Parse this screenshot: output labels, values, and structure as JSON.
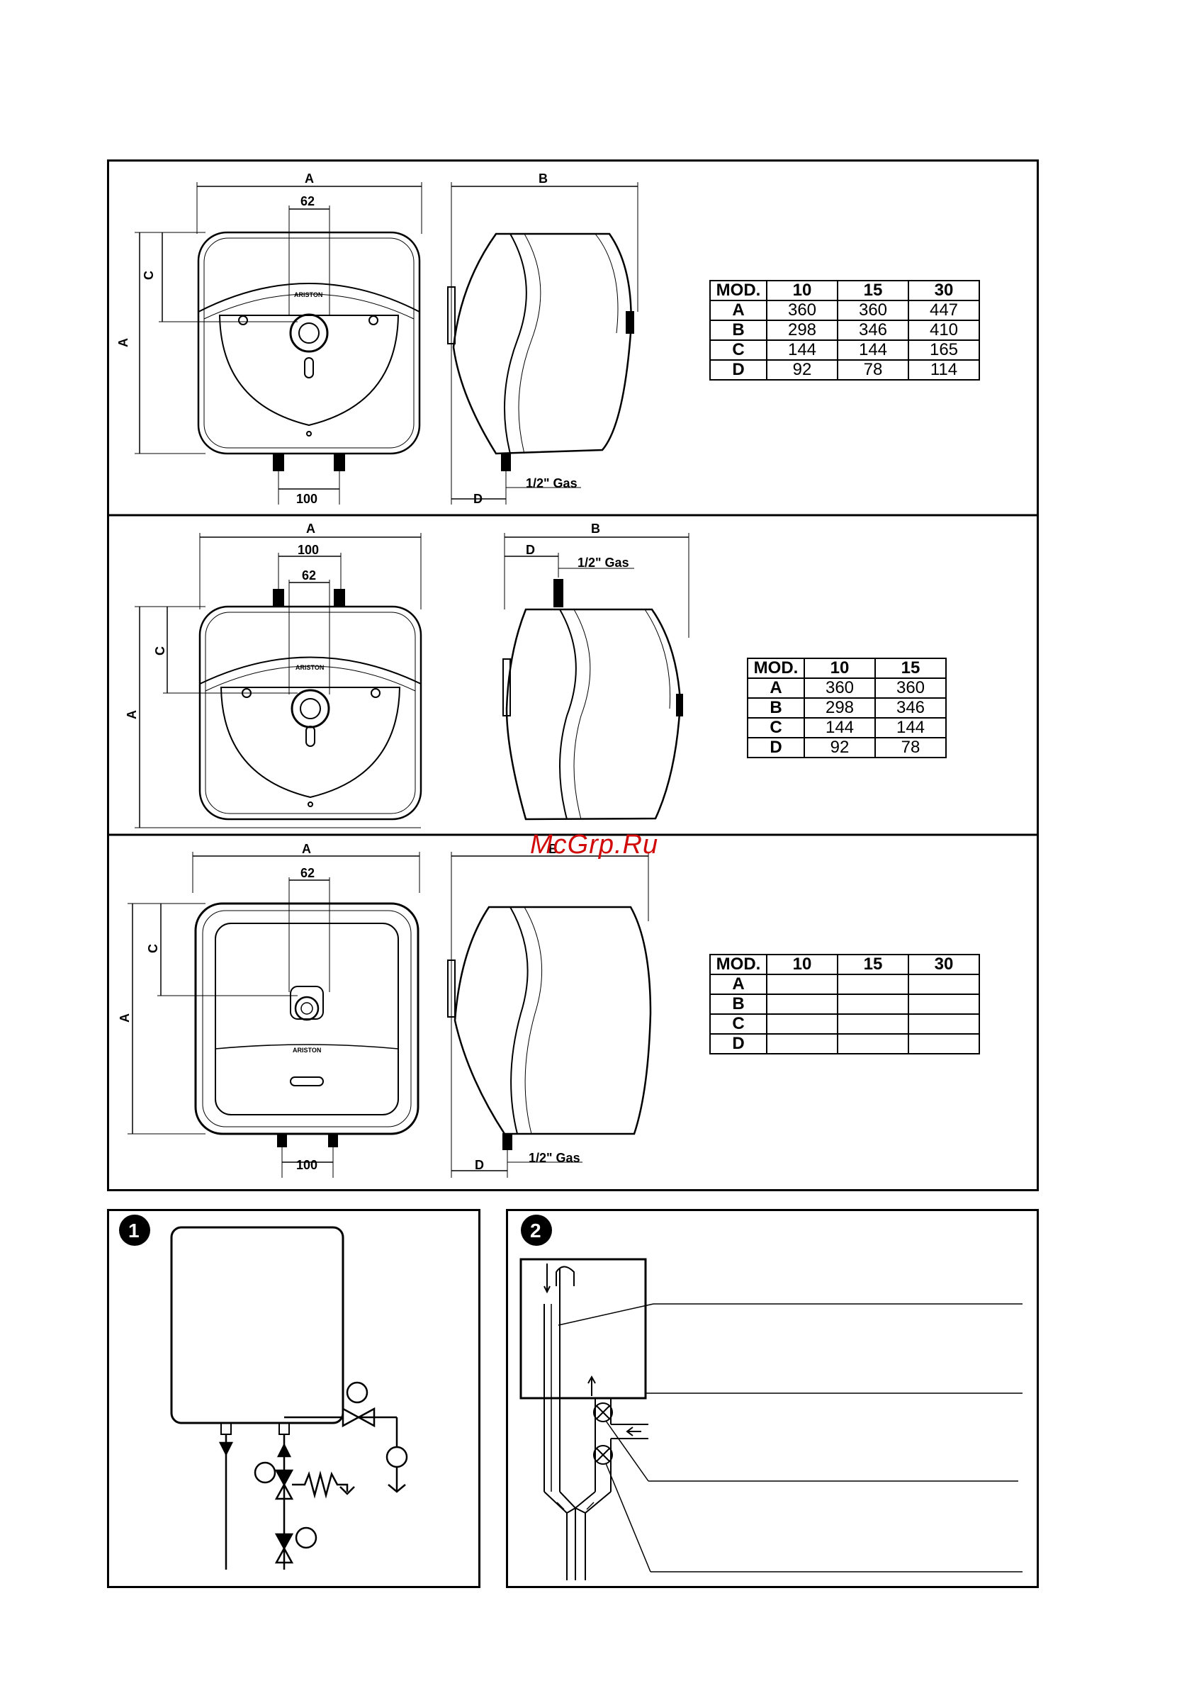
{
  "watermark": "McGrp.Ru",
  "brand": "ARISTON",
  "dims": {
    "A": "A",
    "B": "B",
    "C": "C",
    "D": "D",
    "w62": "62",
    "w100": "100",
    "gas": "1/2\" Gas"
  },
  "tables": [
    {
      "header": [
        "MOD.",
        "10",
        "15",
        "30"
      ],
      "rows": [
        [
          "A",
          "360",
          "360",
          "447"
        ],
        [
          "B",
          "298",
          "346",
          "410"
        ],
        [
          "C",
          "144",
          "144",
          "165"
        ],
        [
          "D",
          "92",
          "78",
          "114"
        ]
      ]
    },
    {
      "header": [
        "MOD.",
        "10",
        "15"
      ],
      "rows": [
        [
          "A",
          "360",
          "360"
        ],
        [
          "B",
          "298",
          "346"
        ],
        [
          "C",
          "144",
          "144"
        ],
        [
          "D",
          "92",
          "78"
        ]
      ]
    },
    {
      "header": [
        "MOD.",
        "10",
        "15",
        "30"
      ],
      "rows": [
        [
          "A",
          "",
          "",
          ""
        ],
        [
          "B",
          "",
          "",
          ""
        ],
        [
          "C",
          "",
          "",
          ""
        ],
        [
          "D",
          "",
          "",
          ""
        ]
      ]
    }
  ],
  "figures": [
    {
      "number": "1"
    },
    {
      "number": "2"
    }
  ]
}
